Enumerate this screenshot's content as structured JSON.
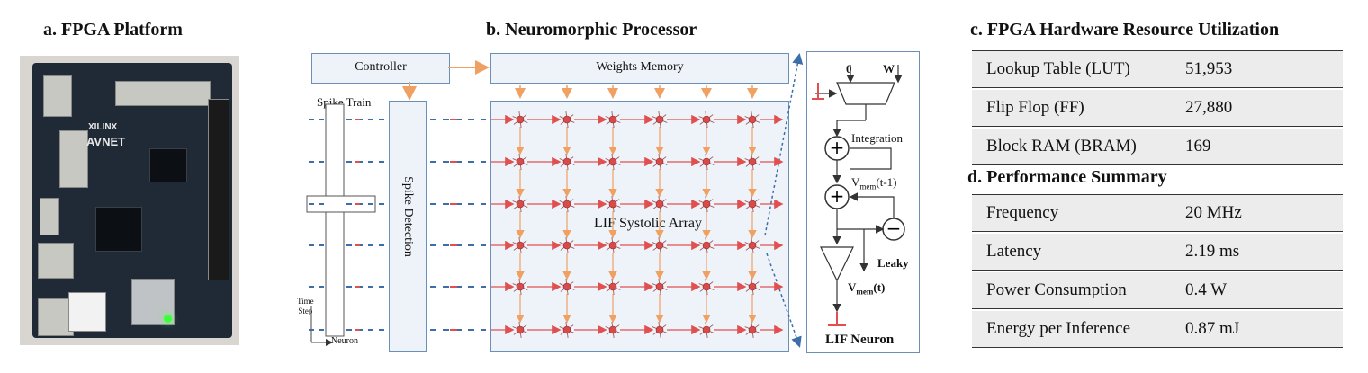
{
  "panel_a": {
    "title": "a. FPGA Platform",
    "board_text": [
      "XILINX",
      "AVNET"
    ]
  },
  "panel_b": {
    "title": "b. Neuromorphic Processor",
    "controller": "Controller",
    "weights_memory": "Weights Memory",
    "spike_train": "Spike Train",
    "spike_detection": "Spike Detection",
    "array_label": "LIF Systolic Array",
    "time_step": "Time\nStep",
    "neuron": "Neuron",
    "lif": {
      "zero": "0",
      "w": "W",
      "mux": "MUX",
      "integration": "Integration",
      "vmem_prev": "V",
      "vmem_prev_sub": "mem",
      "vmem_prev_tail": "(t-1)",
      "leaky": "Leaky",
      "vmem": "V",
      "vmem_sub": "mem",
      "vmem_tail": "(t)",
      "title": "LIF Neuron"
    }
  },
  "panel_c": {
    "title": "c. FPGA Hardware Resource Utilization",
    "rows": [
      {
        "label": "Lookup Table (LUT)",
        "value": "51,953"
      },
      {
        "label": "Flip Flop (FF)",
        "value": "27,880"
      },
      {
        "label": "Block RAM (BRAM)",
        "value": "169"
      }
    ]
  },
  "panel_d": {
    "title": "d. Performance Summary",
    "rows": [
      {
        "label": "Frequency",
        "value": "20 MHz"
      },
      {
        "label": "Latency",
        "value": "2.19 ms"
      },
      {
        "label": "Power Consumption",
        "value": "0.4 W"
      },
      {
        "label": "Energy per Inference",
        "value": "0.87 mJ"
      }
    ]
  },
  "colors": {
    "blue_spike": "#3d6ea8",
    "red_spike": "#e05050",
    "orange_arrow": "#f0a060",
    "box_border": "#6b8fb5",
    "box_fill": "#eef3f9"
  }
}
